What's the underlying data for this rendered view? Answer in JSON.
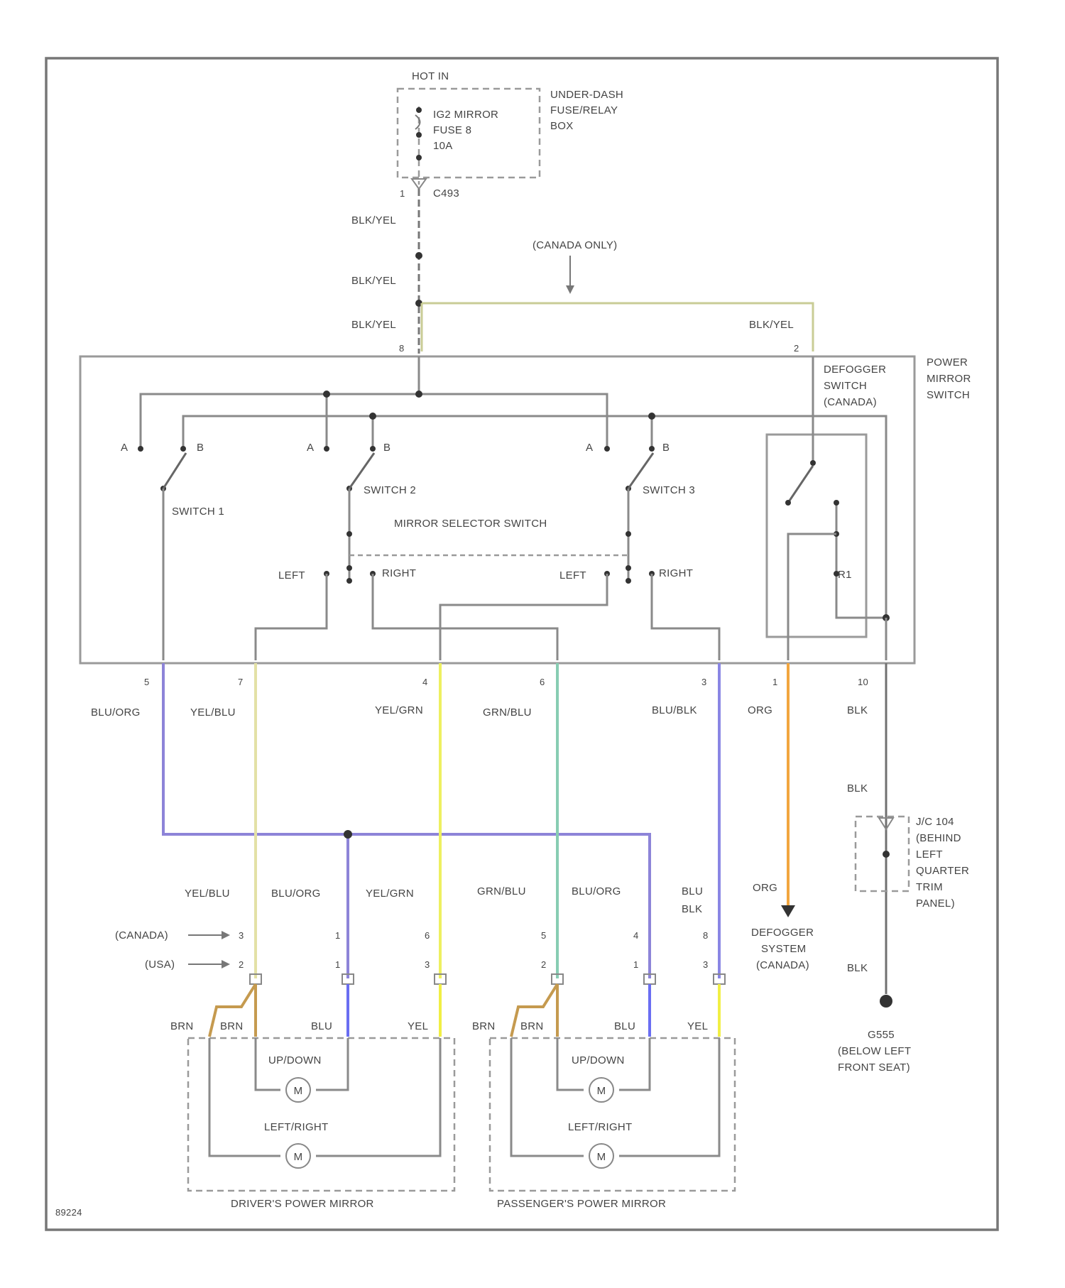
{
  "top": {
    "hot_in": "HOT IN",
    "relay_box": [
      "UNDER-DASH",
      "FUSE/RELAY",
      "BOX"
    ],
    "fuse": [
      "IG2 MIRROR",
      "FUSE 8",
      "10A"
    ],
    "connector": "C493",
    "pin": "1"
  },
  "wires": {
    "blk_yel": "BLK/YEL",
    "canada_only": "(CANADA ONLY)",
    "blu_org": "BLU/ORG",
    "yel_blu": "YEL/BLU",
    "yel_grn": "YEL/GRN",
    "grn_blu": "GRN/BLU",
    "blu_blk": "BLU/BLK",
    "org": "ORG",
    "blk": "BLK",
    "blu_blk_lower": [
      "BLU",
      "BLK"
    ]
  },
  "switch_pins": {
    "p8": "8",
    "p2": "2",
    "p5": "5",
    "p7": "7",
    "p4": "4",
    "p6": "6",
    "p3": "3",
    "p1": "1",
    "p10": "10"
  },
  "power_mirror_switch": [
    "POWER",
    "MIRROR",
    "SWITCH"
  ],
  "defogger_switch": [
    "DEFOGGER",
    "SWITCH",
    "(CANADA)"
  ],
  "switches": {
    "a": "A",
    "b": "B",
    "switch1": "SWITCH 1",
    "switch2": "SWITCH 2",
    "switch3": "SWITCH 3",
    "selector": "MIRROR SELECTOR SWITCH",
    "left": "LEFT",
    "right": "RIGHT",
    "resistor": "R1"
  },
  "junction": [
    "J/C 104",
    "(BEHIND",
    "LEFT",
    "QUARTER",
    "TRIM",
    "PANEL)"
  ],
  "defogger_system": [
    "DEFOGGER",
    "SYSTEM",
    "(CANADA)"
  ],
  "ground": [
    "G555",
    "(BELOW LEFT",
    "FRONT SEAT)"
  ],
  "lower_pins": {
    "canada": "(CANADA)",
    "usa": "(USA)",
    "d_canada": [
      "3",
      "1",
      "6"
    ],
    "d_usa": [
      "2",
      "1",
      "3"
    ],
    "p_canada": [
      "5",
      "4",
      "8"
    ],
    "p_usa": [
      "2",
      "1",
      "3"
    ]
  },
  "mirror": {
    "brn": "BRN",
    "blu": "BLU",
    "yel": "YEL",
    "updown": "UP/DOWN",
    "leftright": "LEFT/RIGHT",
    "motor": "M",
    "driver": "DRIVER'S POWER MIRROR",
    "passenger": "PASSENGER'S POWER MIRROR"
  },
  "figure_id": "89224",
  "colors": {
    "blk_yel": "#c9cc96",
    "blu_org": "#8d84d8",
    "yel_blu": "#e3e1a6",
    "yel_grn": "#eef060",
    "grn_blu": "#88cdb3",
    "blu_blk": "#8a86e4",
    "org": "#f2a63f",
    "blk": "#707070",
    "brn": "#c59a4f",
    "blu": "#6a6ef2",
    "yel": "#f1ef45"
  }
}
